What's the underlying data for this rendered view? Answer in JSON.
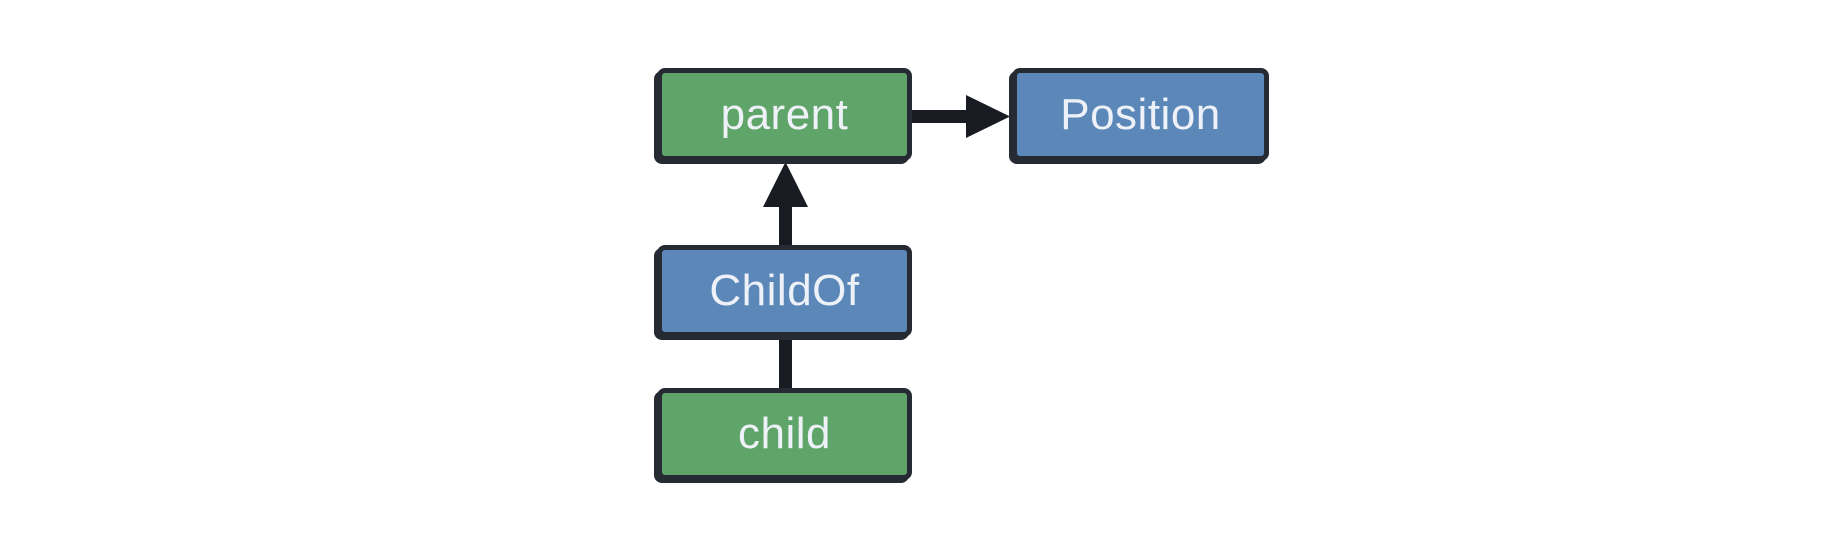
{
  "diagram": {
    "colors": {
      "background": "#ffffff",
      "green_fill": "#5fa468",
      "blue_fill": "#5b88b8",
      "border": "#252a33",
      "edge": "#181b22",
      "label_text": "#eef2f8"
    },
    "nodes": [
      {
        "label": "parent",
        "fill": "green"
      },
      {
        "label": "Position",
        "fill": "blue"
      },
      {
        "label": "ChildOf",
        "fill": "blue"
      },
      {
        "label": "child",
        "fill": "green"
      }
    ],
    "edges": [
      {
        "from": "parent",
        "to": "Position",
        "arrowhead": "to"
      },
      {
        "from": "ChildOf",
        "to": "parent",
        "arrowhead": "to"
      },
      {
        "from": "child",
        "to": "ChildOf",
        "arrowhead": "none"
      }
    ]
  }
}
